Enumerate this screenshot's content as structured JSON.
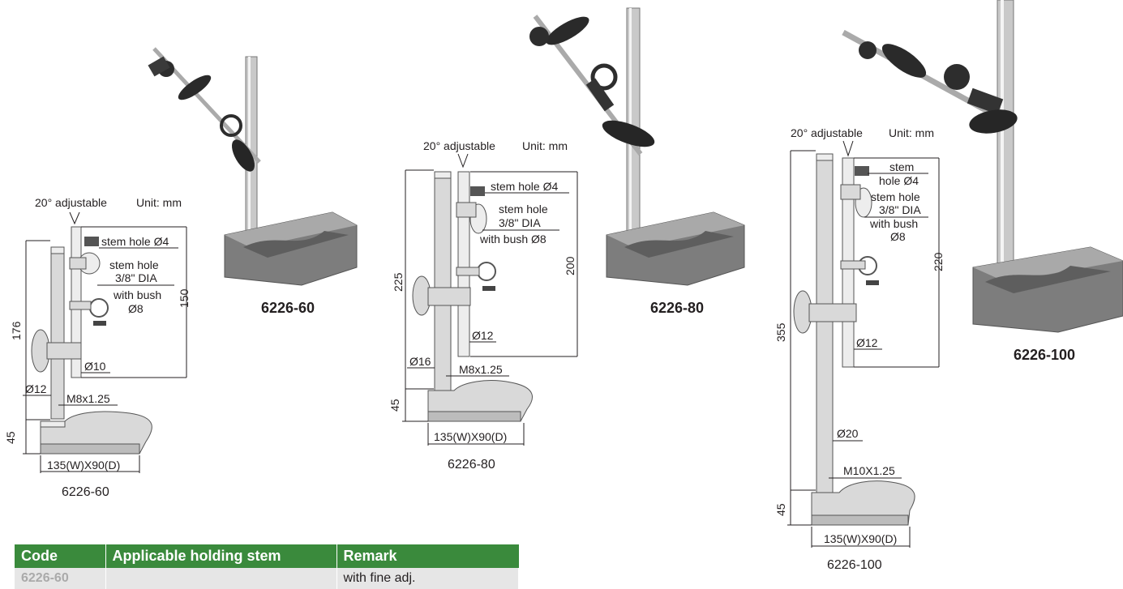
{
  "products": [
    {
      "label": "6226-60",
      "caption": "6226-60",
      "adjust": "20° adjustable",
      "unit": "Unit: mm",
      "stem_hole_small": "stem hole Ø4",
      "stem_hole_large_l1": "stem hole",
      "stem_hole_large_l2": "3/8\" DIA",
      "stem_hole_large_l3": "with bush",
      "stem_hole_large_l4": "Ø8",
      "height": "176",
      "post_height": "150",
      "rod_dia": "Ø10",
      "post_dia": "Ø12",
      "thread": "M8x1.25",
      "base_h": "45",
      "base_size": "135(W)X90(D)"
    },
    {
      "label": "6226-80",
      "caption": "6226-80",
      "adjust": "20° adjustable",
      "unit": "Unit: mm",
      "stem_hole_small": "stem hole Ø4",
      "stem_hole_large_l1": "stem hole",
      "stem_hole_large_l2": "3/8\" DIA",
      "stem_hole_large_l3": "with bush Ø8",
      "height": "225",
      "post_height": "200",
      "rod_dia": "Ø12",
      "post_dia": "Ø16",
      "thread": "M8x1.25",
      "base_h": "45",
      "base_size": "135(W)X90(D)"
    },
    {
      "label": "6226-100",
      "caption": "6226-100",
      "adjust": "20° adjustable",
      "unit": "Unit: mm",
      "stem_hole_small_l1": "stem",
      "stem_hole_small_l2": "hole Ø4",
      "stem_hole_large_l1": "stem hole",
      "stem_hole_large_l2": "3/8\" DIA",
      "stem_hole_large_l3": "with bush",
      "stem_hole_large_l4": "Ø8",
      "height": "355",
      "post_height": "220",
      "rod_dia": "Ø12",
      "post_dia": "Ø20",
      "thread": "M10X1.25",
      "base_h": "45",
      "base_size": "135(W)X90(D)"
    }
  ],
  "table": {
    "headers": [
      "Code",
      "Applicable holding stem",
      "Remark"
    ],
    "first_row": [
      "6226-60",
      "",
      "with fine adj."
    ]
  },
  "colors": {
    "table_header": "#3a8a3c",
    "table_row": "#e6e6e6"
  }
}
